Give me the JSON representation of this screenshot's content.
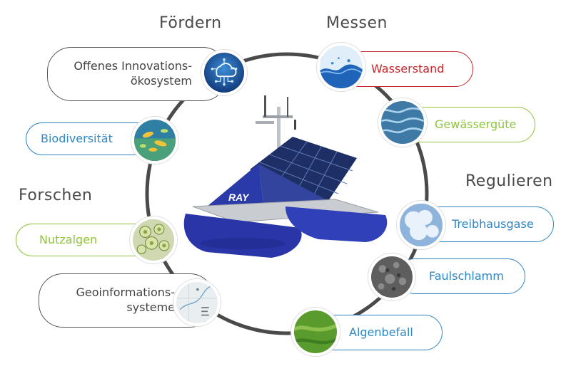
{
  "headings": {
    "foerdern": "Fördern",
    "messen": "Messen",
    "regulieren": "Regulieren",
    "forschen": "Forschen"
  },
  "items": {
    "innovation_line1": "Offenes Innovations-",
    "innovation_line2": "ökosystem",
    "biodiversitaet": "Biodiversität",
    "nutzalgen": "Nutzalgen",
    "geo_line1": "Geoinformations-",
    "geo_line2": "systeme",
    "wasserstand": "Wasserstand",
    "gewaesserguete": "Gewässergüte",
    "treibhausgase": "Treibhausgase",
    "faulschlamm": "Faulschlamm",
    "algenbefall": "Algenbefall"
  },
  "boat": {
    "logo": "RAY"
  },
  "colors": {
    "grey": "#555555",
    "blue": "#2f86c4",
    "green": "#8fc43b",
    "red": "#c3272b",
    "boat_hull": "#2a3aa8"
  }
}
